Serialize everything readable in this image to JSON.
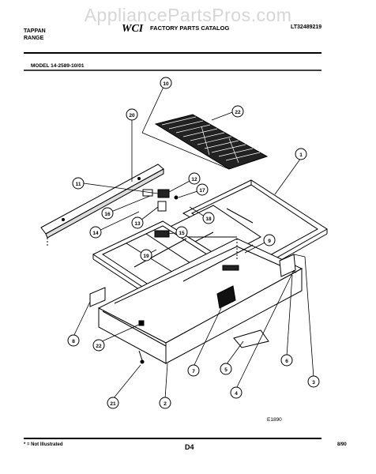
{
  "watermark": "AppliancePartsPros.com",
  "header": {
    "brand_line1": "TAPPAN",
    "brand_line2": "RANGE",
    "logo": "WCI",
    "catalog_title": "FACTORY PARTS CATALOG",
    "catalog_number": "LT32489219"
  },
  "model_label": "MODEL 14-2589-10/01",
  "parts": [
    {
      "num": "1"
    },
    {
      "num": "2"
    },
    {
      "num": "3"
    },
    {
      "num": "4"
    },
    {
      "num": "5"
    },
    {
      "num": "6"
    },
    {
      "num": "7"
    },
    {
      "num": "8"
    },
    {
      "num": "9"
    },
    {
      "num": "10"
    },
    {
      "num": "11"
    },
    {
      "num": "12"
    },
    {
      "num": "13"
    },
    {
      "num": "14"
    },
    {
      "num": "15"
    },
    {
      "num": "16"
    },
    {
      "num": "17"
    },
    {
      "num": "18"
    },
    {
      "num": "19"
    },
    {
      "num": "20"
    },
    {
      "num": "21"
    },
    {
      "num": "22"
    },
    {
      "num": "22"
    }
  ],
  "figure_code": "E1890",
  "footer": {
    "footnote": "* = Not Illustrated",
    "page_code": "D4",
    "date_code": "8/90"
  }
}
